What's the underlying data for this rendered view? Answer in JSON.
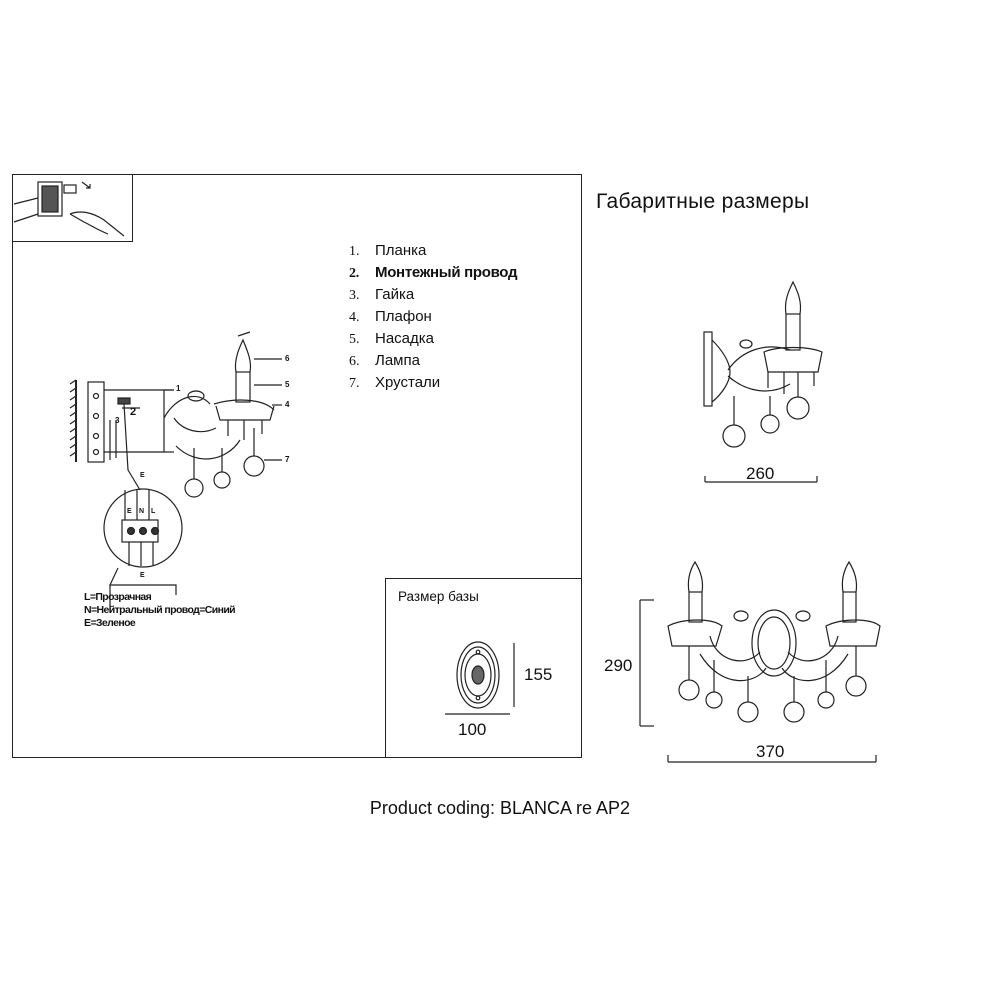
{
  "header": {
    "overall_dimensions_title": "Габаритные размеры",
    "base_size_title": "Размер базы"
  },
  "parts": [
    {
      "number": "1.",
      "label": "Планка"
    },
    {
      "number": "2.",
      "label": "Монтежный провод"
    },
    {
      "number": "3.",
      "label": "Гайка"
    },
    {
      "number": "4.",
      "label": "Плафон"
    },
    {
      "number": "5.",
      "label": "Насадка"
    },
    {
      "number": "6.",
      "label": "Лампа"
    },
    {
      "number": "7.",
      "label": "Хрустали"
    }
  ],
  "wiring_legend": [
    "L=Прозрачная",
    "N=Нейтральный провод=Синий",
    "E=Зеленое"
  ],
  "dimensions": {
    "single_width": "260",
    "double_width": "370",
    "double_height": "290",
    "base_height": "155",
    "base_width": "100"
  },
  "callouts": [
    "1",
    "2",
    "3",
    "4",
    "5",
    "6",
    "7"
  ],
  "terminal_labels": [
    "E",
    "N",
    "L"
  ],
  "footer": {
    "product_code": "Product coding: BLANCA re AP2"
  },
  "colors": {
    "line": "#222222",
    "background": "#ffffff"
  }
}
